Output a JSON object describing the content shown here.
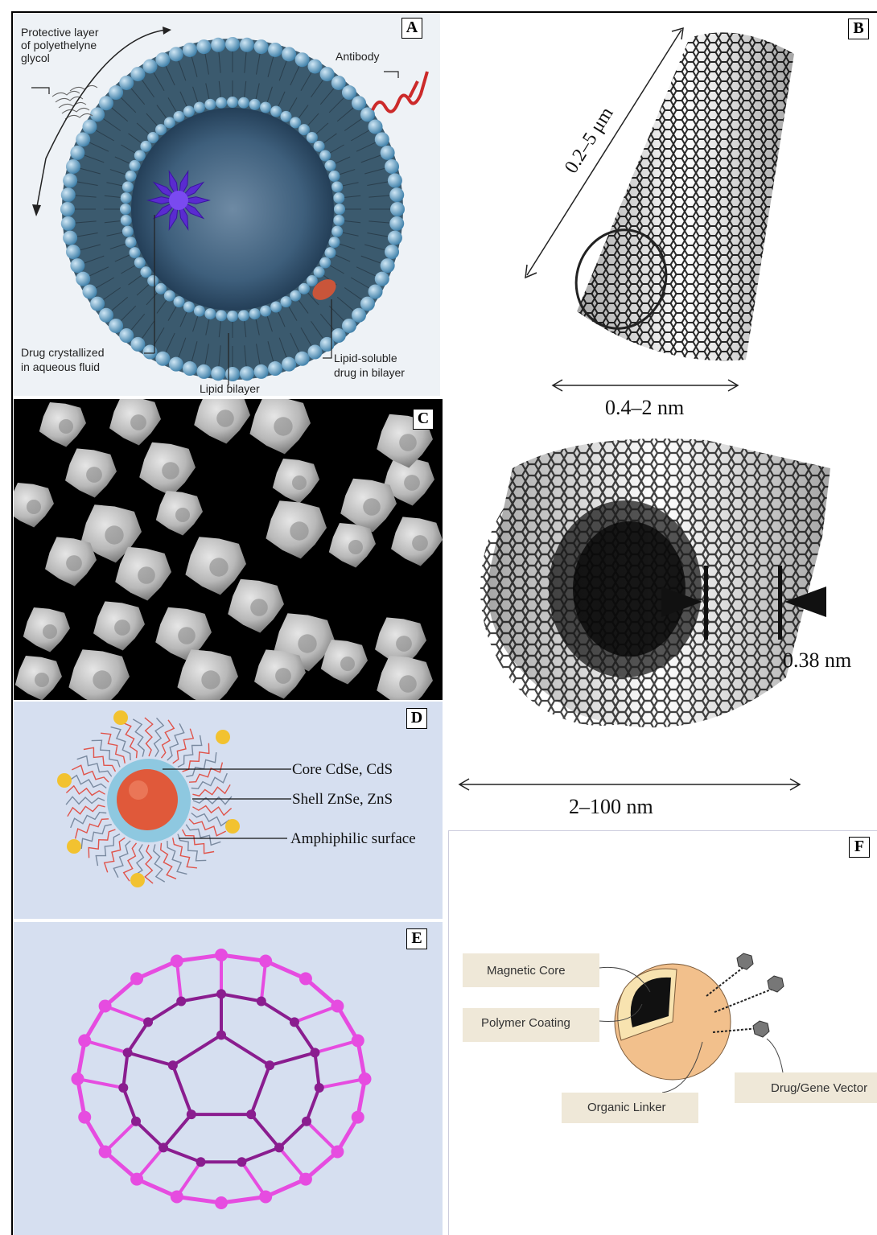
{
  "panels": {
    "A": {
      "label": "A",
      "peg_label_lines": [
        "Protective layer",
        "of polyethelyne",
        "glycol"
      ],
      "antibody_label": "Antibody",
      "drug_aqueous_lines": [
        "Drug crystallized",
        "in aqueous fluid"
      ],
      "lipid_soluble_lines": [
        "Lipid-soluble",
        "drug in bilayer"
      ],
      "bilayer_label": "Lipid bilayer",
      "colors": {
        "head": "#4f8fb8",
        "inner": "#2c4f6e",
        "drug": "#5a2bd0",
        "antibody": "#cc2a2a"
      }
    },
    "B": {
      "label": "B",
      "length_label": "0.2–5 μm",
      "swnt_diameter_label": "0.4–2 nm",
      "wall_spacing_label": "0.38 nm",
      "mwnt_diameter_label": "2–100 nm"
    },
    "C": {
      "label": "C"
    },
    "D": {
      "label": "D",
      "core_label": "Core CdSe, CdS",
      "shell_label": "Shell ZnSe, ZnS",
      "surface_label": "Amphiphilic surface",
      "colors": {
        "core": "#e0593a",
        "shell": "#8ec8e0",
        "ligand": "#e0534a",
        "cap": "#f2c230",
        "bg": "#d6dff0"
      }
    },
    "E": {
      "label": "E",
      "colors": {
        "outer": "#e64ce0",
        "inner": "#8a1d8f",
        "bg": "#d6dff0"
      }
    },
    "F": {
      "label": "F",
      "magnetic_core_label": "Magnetic Core",
      "polymer_coating_label": "Polymer Coating",
      "organic_linker_label": "Organic Linker",
      "drug_vector_label": "Drug/Gene Vector",
      "colors": {
        "sphere": "#f2c08c",
        "coating": "#f8e3b0",
        "core": "#111111",
        "labelbox": "#efe8d8"
      }
    }
  }
}
